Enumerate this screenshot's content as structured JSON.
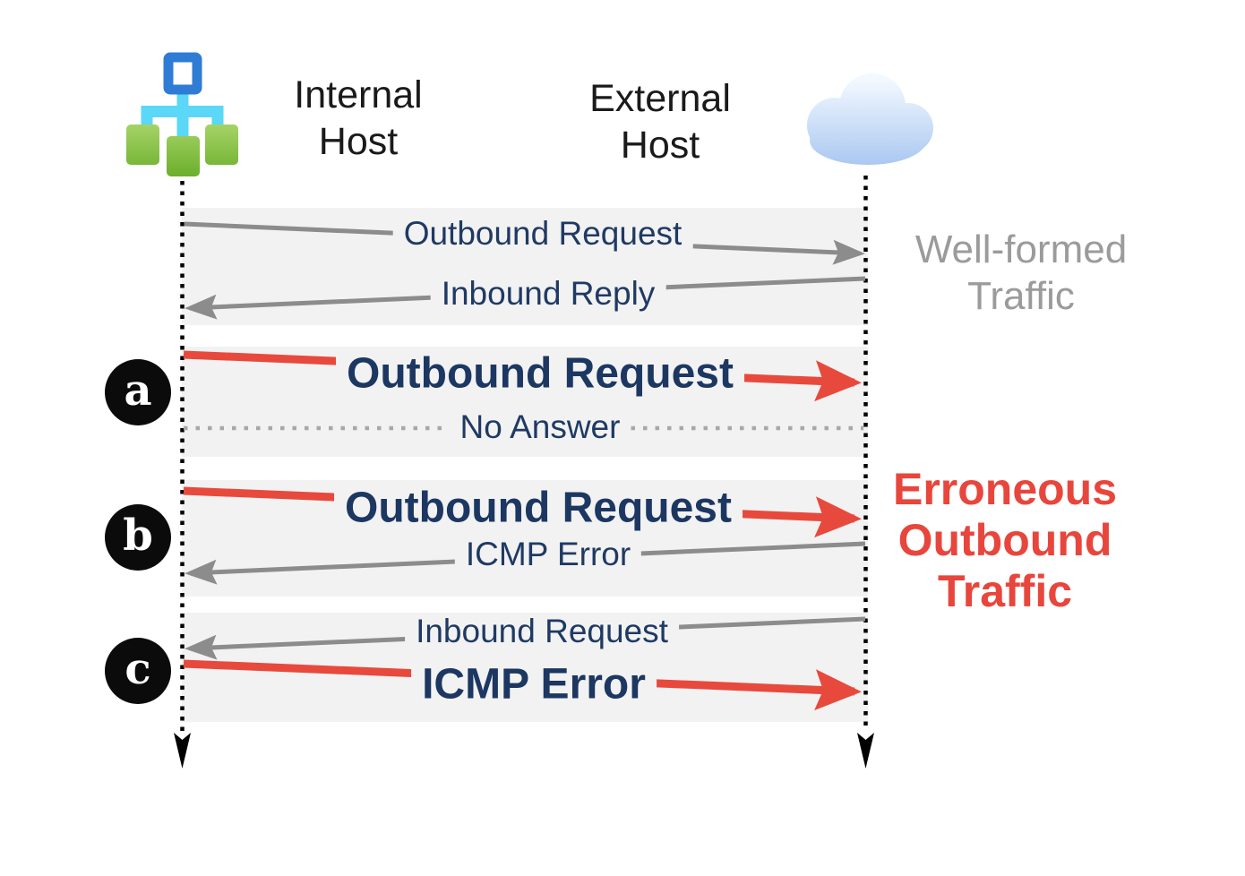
{
  "actors": {
    "internal": {
      "label": "Internal\nHost",
      "icon": "network-topology-icon"
    },
    "external": {
      "label": "External\nHost",
      "icon": "cloud-icon"
    }
  },
  "side_labels": {
    "well_formed": "Well-formed\nTraffic",
    "erroneous": "Erroneous\nOutbound\nTraffic"
  },
  "sections": [
    {
      "badge": "",
      "messages": [
        {
          "label": "Outbound Request",
          "from": "internal",
          "to": "external",
          "style": "normal"
        },
        {
          "label": "Inbound Reply",
          "from": "external",
          "to": "internal",
          "style": "normal"
        }
      ]
    },
    {
      "badge": "a",
      "messages": [
        {
          "label": "Outbound Request",
          "from": "internal",
          "to": "external",
          "style": "highlight"
        },
        {
          "label": "No Answer",
          "from": "none",
          "to": "none",
          "style": "dotted"
        }
      ]
    },
    {
      "badge": "b",
      "messages": [
        {
          "label": "Outbound Request",
          "from": "internal",
          "to": "external",
          "style": "highlight"
        },
        {
          "label": "ICMP Error",
          "from": "external",
          "to": "internal",
          "style": "normal"
        }
      ]
    },
    {
      "badge": "c",
      "messages": [
        {
          "label": "Inbound Request",
          "from": "external",
          "to": "internal",
          "style": "normal"
        },
        {
          "label": "ICMP Error",
          "from": "internal",
          "to": "external",
          "style": "highlight"
        }
      ]
    }
  ],
  "colors": {
    "highlight_arrow": "#E8493D",
    "normal_arrow": "#8C8C8C",
    "message_text": "#1F3A63",
    "highlight_text": "#E8463C",
    "well_formed_text": "#9B9B9B",
    "section_background": "#F2F2F2",
    "lifeline": "#000000",
    "badge_background": "#0B0B0B"
  }
}
